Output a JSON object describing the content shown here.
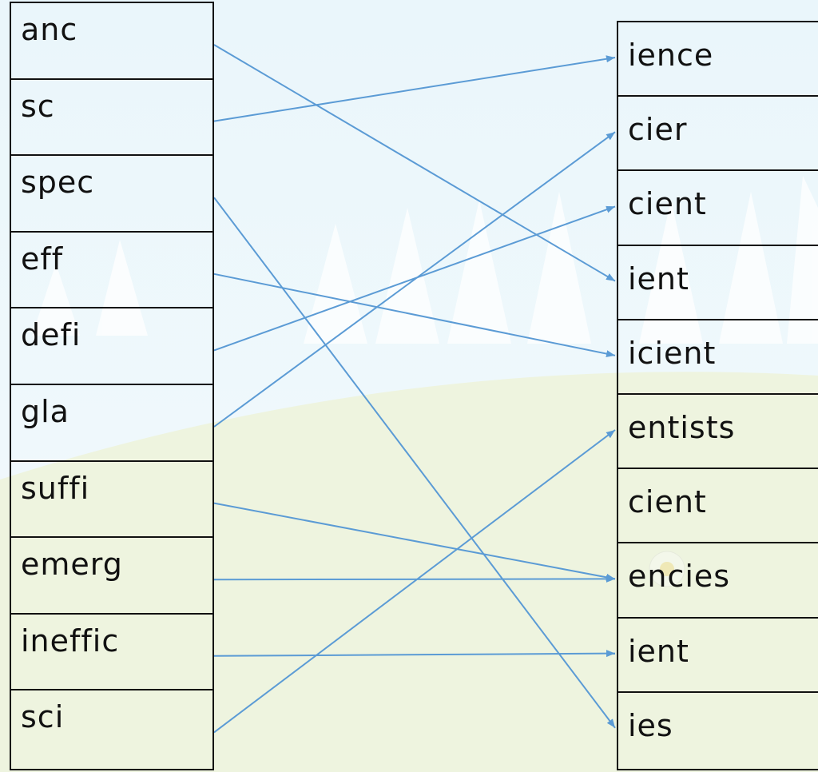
{
  "left_items": [
    "anc",
    "sc",
    "spec",
    "eff",
    "defi",
    "gla",
    "suffi",
    "emerg",
    "ineffic",
    "sci"
  ],
  "right_items": [
    "ience",
    "cier",
    "cient",
    "ient",
    "icient",
    "entists",
    "cient",
    "encies",
    "ient",
    "ies"
  ],
  "connections": [
    [
      0,
      3
    ],
    [
      1,
      0
    ],
    [
      2,
      9
    ],
    [
      3,
      4
    ],
    [
      4,
      2
    ],
    [
      5,
      1
    ],
    [
      6,
      7
    ],
    [
      7,
      7
    ],
    [
      8,
      8
    ],
    [
      9,
      5
    ]
  ],
  "colors": {
    "line": "#5b9bd5",
    "border": "#111111",
    "sky": "#eef7fb",
    "grass": "#eef4e0"
  }
}
